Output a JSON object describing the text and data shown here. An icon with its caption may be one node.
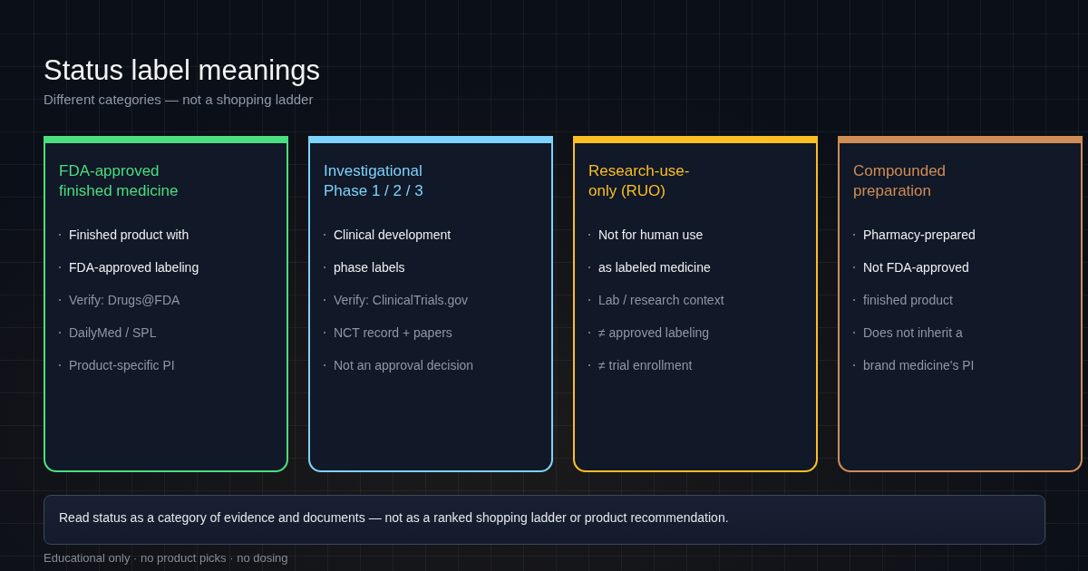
{
  "diagram": {
    "title": "Status label meanings",
    "nodes": [
      {
        "text": [
          "FDA-approved finished medicine",
          "Finished product with",
          "FDA-approved labeling",
          "Verify: Drugs@FDA",
          "DailyMed / SPL",
          "Product-specific PI"
        ]
      },
      {
        "text": [
          "Investigational Phase 1 / 2 / 3",
          "Clinical development",
          "phase labels",
          "Verify: ClinicalTrials.gov",
          "NCT record + papers",
          "Not an approval decision"
        ]
      },
      {
        "text": [
          "Research-use-only (RUO)",
          "Not for human use",
          "as labeled medicine",
          "Lab / research context",
          "≠ approved labeling",
          "≠ trial enrollment"
        ]
      },
      {
        "text": [
          "Compounded preparation",
          "Pharmacy-prepared",
          "Not FDA-approved",
          "finished product",
          "Does not inherit a",
          "brand medicine's PI"
        ]
      },
      {
        "text": [
          "Read status as a category of evidence and documents — not as a ranked shopping ladder or product recommendation."
        ]
      }
    ],
    "labels": [
      "Different categories — not a shopping ladder",
      "Educational only · no product picks · no dosing"
    ]
  }
}
